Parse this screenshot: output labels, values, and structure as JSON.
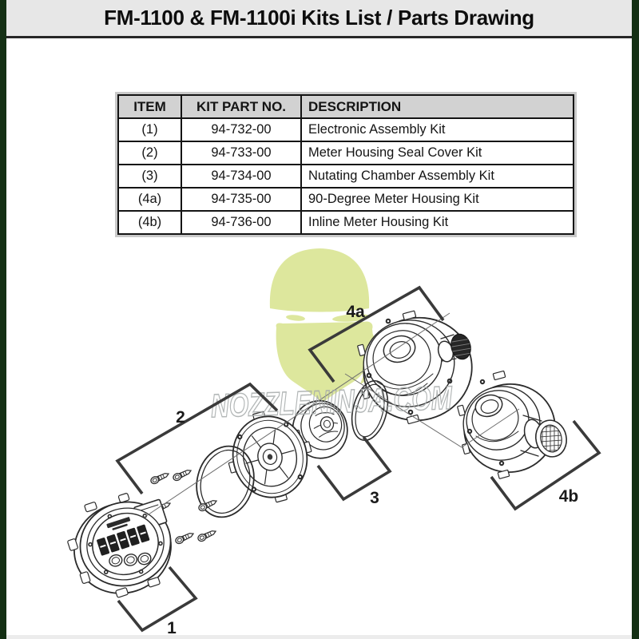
{
  "title": "FM-1100 & FM-1100i Kits List / Parts Drawing",
  "table": {
    "headers": {
      "item": "ITEM",
      "part": "KIT PART NO.",
      "description": "DESCRIPTION"
    },
    "rows": [
      {
        "item": "(1)",
        "part": "94-732-00",
        "description": "Electronic Assembly Kit"
      },
      {
        "item": "(2)",
        "part": "94-733-00",
        "description": "Meter Housing Seal Cover Kit"
      },
      {
        "item": "(3)",
        "part": "94-734-00",
        "description": "Nutating Chamber Assembly Kit"
      },
      {
        "item": "(4a)",
        "part": "94-735-00",
        "description": "90-Degree Meter Housing Kit"
      },
      {
        "item": "(4b)",
        "part": "94-736-00",
        "description": "Inline Meter Housing Kit"
      }
    ]
  },
  "diagram": {
    "watermark": {
      "text": "NOZZLENINJA.COM",
      "mask_color": "#dde79d",
      "text_color": "#a6abab"
    },
    "callouts": {
      "electronic_assembly": "1",
      "seal_cover": "2",
      "nutating_chamber": "3",
      "housing_90_degree": "4a",
      "housing_inline": "4b"
    }
  },
  "colors": {
    "line_art": "#2b2b2b",
    "page_border": "#143014",
    "title_band": "#e7e7e7"
  }
}
